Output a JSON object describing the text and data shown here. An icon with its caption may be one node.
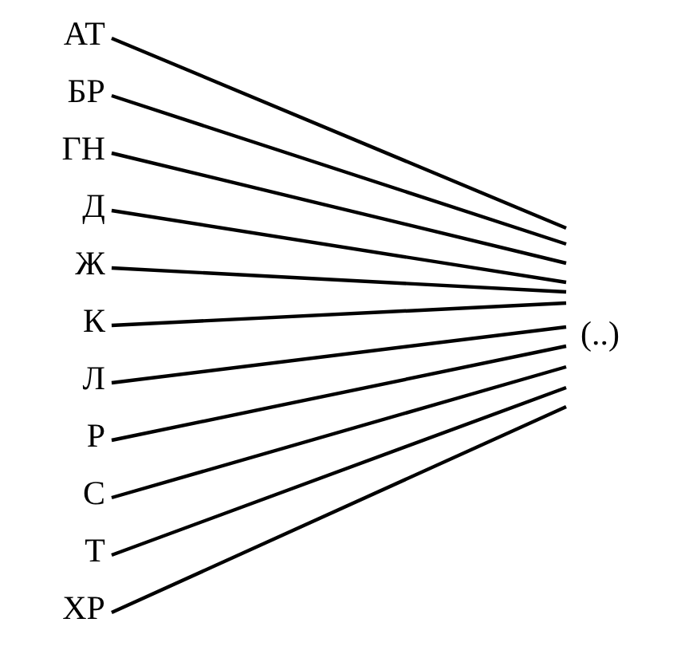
{
  "diagram": {
    "nodes": [
      {
        "text": [
          "АТ"
        ]
      },
      {
        "text": [
          "БР"
        ]
      },
      {
        "text": [
          "ГН"
        ]
      },
      {
        "text": [
          "Д"
        ]
      },
      {
        "text": [
          "Ж"
        ]
      },
      {
        "text": [
          "К"
        ]
      },
      {
        "text": [
          "Л"
        ]
      },
      {
        "text": [
          "Р"
        ]
      },
      {
        "text": [
          "С"
        ]
      },
      {
        "text": [
          "Т"
        ]
      },
      {
        "text": [
          "ХР"
        ]
      },
      {
        "text": [
          "(..)"
        ]
      }
    ],
    "edges": [
      {
        "from": 0,
        "to": 11,
        "arrow": "none"
      },
      {
        "from": 1,
        "to": 11,
        "arrow": "none"
      },
      {
        "from": 2,
        "to": 11,
        "arrow": "none"
      },
      {
        "from": 3,
        "to": 11,
        "arrow": "none"
      },
      {
        "from": 4,
        "to": 11,
        "arrow": "none"
      },
      {
        "from": 5,
        "to": 11,
        "arrow": "none"
      },
      {
        "from": 6,
        "to": 11,
        "arrow": "none"
      },
      {
        "from": 7,
        "to": 11,
        "arrow": "none"
      },
      {
        "from": 8,
        "to": 11,
        "arrow": "none"
      },
      {
        "from": 9,
        "to": 11,
        "arrow": "none"
      },
      {
        "from": 10,
        "to": 11,
        "arrow": "none"
      }
    ]
  }
}
